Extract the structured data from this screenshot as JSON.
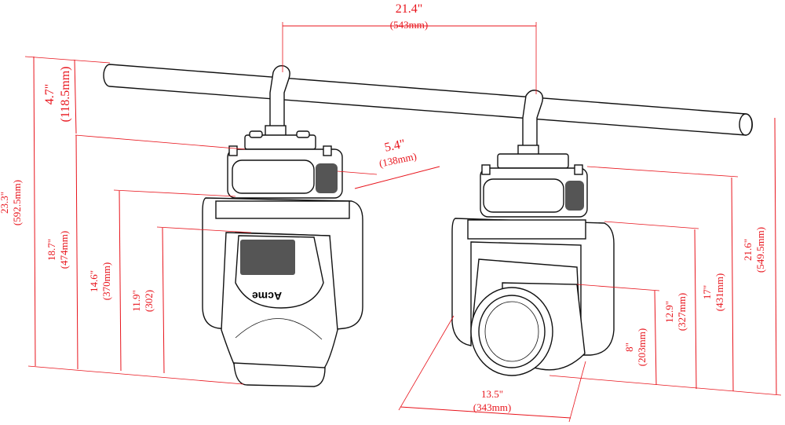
{
  "dimensions": {
    "pipe_spacing": {
      "inch": "21.4\"",
      "mm": "(543mm)"
    },
    "base_depth": {
      "inch": "5.4\"",
      "mm": "(138mm)"
    },
    "lens_width": {
      "inch": "13.5\"",
      "mm": "(343mm)"
    },
    "left_total": {
      "inch": "23.3\"",
      "mm": "(592.5mm)"
    },
    "clamp_height": {
      "inch": "4.7\"",
      "mm": "(118.5mm)"
    },
    "left_body": {
      "inch": "18.7\"",
      "mm": "(474mm)"
    },
    "left_yoke": {
      "inch": "14.6\"",
      "mm": "(370mm)"
    },
    "left_head": {
      "inch": "11.9\"",
      "mm": "(302)"
    },
    "right_total": {
      "inch": "21.6\"",
      "mm": "(549.5mm)"
    },
    "right_body": {
      "inch": "17\"",
      "mm": "(431mm)"
    },
    "right_yoke": {
      "inch": "12.9\"",
      "mm": "(327mm)"
    },
    "right_head": {
      "inch": "8\"",
      "mm": "(203mm)"
    }
  },
  "logo_text": "Acme",
  "colors": {
    "dimension": "#e8141c",
    "outline": "#111111"
  }
}
